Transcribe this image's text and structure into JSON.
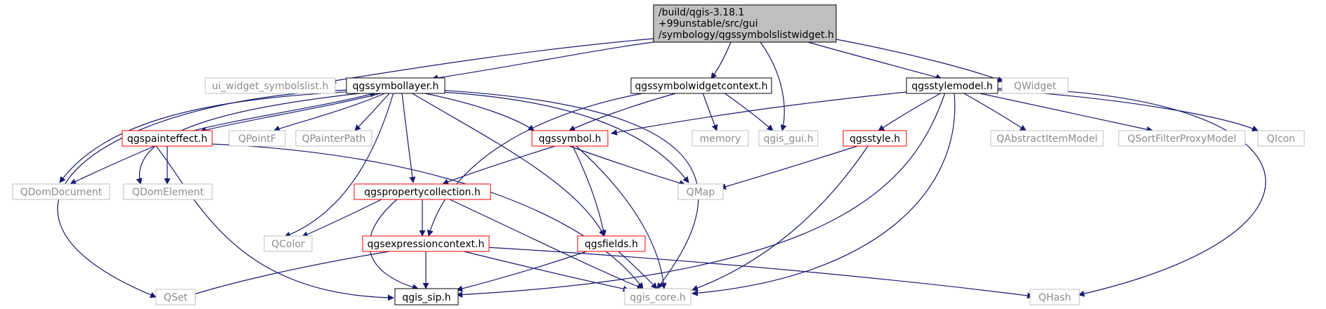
{
  "colors": {
    "edge": "#191970",
    "root_fill": "#bfbfbf",
    "documented_border": "#000000",
    "incomplete_border": "#ff0000",
    "external_border": "#bfbfbf",
    "external_text": "#8c8c8c"
  },
  "root": {
    "line1": "/build/qgis-3.18.1",
    "line2": "+99unstable/src/gui",
    "line3": "/symbology/qgssymbolslistwidget.h"
  },
  "nodes": {
    "ui_widget_symbolslist": "ui_widget_symbolslist.h",
    "qgssymbollayer": "qgssymbollayer.h",
    "qgssymbolwidgetcontext": "qgssymbolwidgetcontext.h",
    "qgsstylemodel": "qgsstylemodel.h",
    "qwidget": "QWidget",
    "qgspainteffect": "qgspainteffect.h",
    "qpointf": "QPointF",
    "qpainterpath": "QPainterPath",
    "qgssymbol": "qgssymbol.h",
    "memory": "memory",
    "qgis_gui": "qgis_gui.h",
    "qgsstyle": "qgsstyle.h",
    "qabstractitemmodel": "QAbstractItemModel",
    "qsortfilterproxymodel": "QSortFilterProxyModel",
    "qicon": "QIcon",
    "qdomdocument": "QDomDocument",
    "qdomelement": "QDomElement",
    "qgspropertycollection": "qgspropertycollection.h",
    "qmap": "QMap",
    "qcolor": "QColor",
    "qgsexpressioncontext": "qgsexpressioncontext.h",
    "qgsfields": "qgsfields.h",
    "qset": "QSet",
    "qgis_sip": "qgis_sip.h",
    "qgis_core": "qgis_core.h",
    "qhash": "QHash"
  }
}
